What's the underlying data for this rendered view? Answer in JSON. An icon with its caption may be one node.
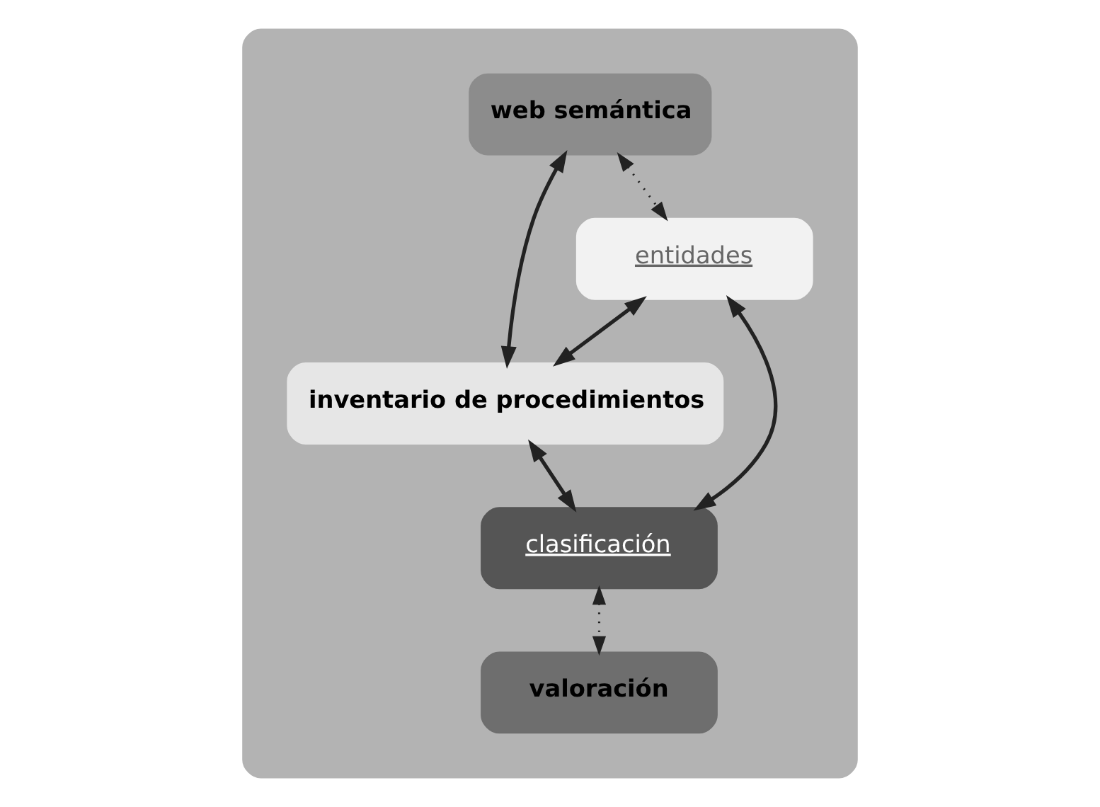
{
  "diagram": {
    "nodes": [
      {
        "text": [],
        "shape": "box"
      },
      {
        "text": [
          "web semántica"
        ],
        "in": 0
      },
      {
        "text": [
          "inventario de procedimientos"
        ],
        "in": 0
      },
      {
        "text": [
          "clasificación"
        ],
        "in": 0
      },
      {
        "text": [
          "entidades"
        ],
        "in": 0
      },
      {
        "text": [
          "valoración"
        ],
        "in": 0
      }
    ],
    "edges": [
      {
        "from": 1,
        "to": 2,
        "arrow": "both"
      },
      {
        "from": 2,
        "to": 3,
        "arrow": "both"
      },
      {
        "from": 4,
        "to": 2,
        "arrow": "both"
      },
      {
        "from": 4,
        "to": 3,
        "arrow": "both"
      },
      {
        "from": 1,
        "to": 4,
        "arrow": "both",
        "style": "dashed"
      },
      {
        "from": 3,
        "to": 5,
        "arrow": "both",
        "style": "dashed"
      }
    ]
  }
}
